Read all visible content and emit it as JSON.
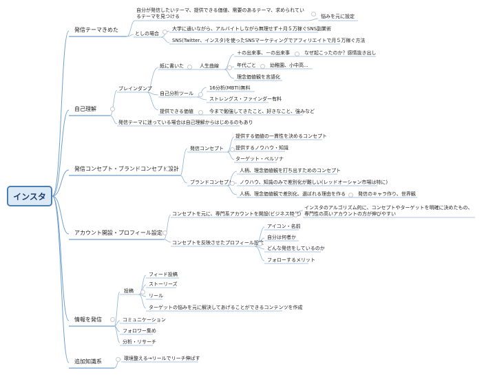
{
  "central": "インスタ",
  "branches": {
    "theme": {
      "label": "発信テーマきめた",
      "c1": "自分が発信したいテーマ、提供できる価値、需要のあるテーマ、求められているテーマを見つける",
      "c1_1": "悩みを元に設定",
      "c2": "としの場合",
      "c2_1": "大学に通いながら、アルバイトしながら無理せず＋月５万稼ぐSNS副業術",
      "c2_2": "SNS(Twitter、インスタ)を使ったSNSマーケティングでアフィリエイトで月５万稼ぐ方法"
    },
    "self": {
      "label": "自己理解",
      "brainstorm": "ブレインダンプ",
      "paper": "紙に書いた",
      "life_curve": "人生曲線",
      "events": "＋の出来事、－の出来事",
      "why": "なぜ起こったのか？感情抜き出し",
      "by_age": "年代ごと",
      "kinder": "幼稚園、小中高...",
      "ideal": "理念価値観を言語化",
      "tools": "自己分析ツール",
      "mbti": "16分析(MBTI)無料",
      "strengths": "ストレングス・ファインダー有料",
      "value": "提供できる価値",
      "studied": "今まで勉強してきたこと、好きなこと、強みなど",
      "lost": "発信テーマに迷っている場合は自己理解からはじめるのもあり"
    },
    "concept": {
      "label": "発信コンセプト・ブランドコンセプト設計",
      "send": "発信コンセプト",
      "send_1": "提供する価値の一貫性を決めるコンセプト",
      "send_2": "提供するノウハウ・知識",
      "send_3": "ターゲット・ペルソナ",
      "brand": "ブランドコンセプト",
      "brand_1": "人柄、理念価値観を打ち出すためのコンセプト",
      "brand_2": "ノウハウ、知識のみで差別化が難しい(レッドオーシャン市場は特に)",
      "brand_3": "人柄、理念価値観で差別化、選ばれる理由を作る",
      "brand_3_1": "発信のキャラ作り、世界観"
    },
    "account": {
      "label": "アカウント開設・プロフィール設定",
      "open": "コンセプトを元に、専門系アカウントを開設(ビジネス特化)",
      "algo": "インスタのアルゴリズム的に、コンセプトやターゲットを明確に決めたもの、専門性の高いアカウントの方が伸びやすい",
      "profile": "コンセプトを反映させたプロフィール設定",
      "p1": "アイコン・名前",
      "p2": "自分は何者か",
      "p3": "どんな発信をしているのか",
      "p4": "フォローするメリット"
    },
    "send": {
      "label": "情報を発信",
      "post": "投稿",
      "feed": "フィード投稿",
      "stories": "ストーリーズ",
      "reel": "リール",
      "target": "ターゲットの悩みを元に解決してあげることができるコンテンツを作成",
      "comm": "コミュニケーション",
      "follower": "フォロワー集め",
      "analysis": "分析・リサーチ"
    },
    "extra": {
      "label": "追加知識系",
      "env": "環境整える→リールでリーチ伸ばす"
    }
  }
}
